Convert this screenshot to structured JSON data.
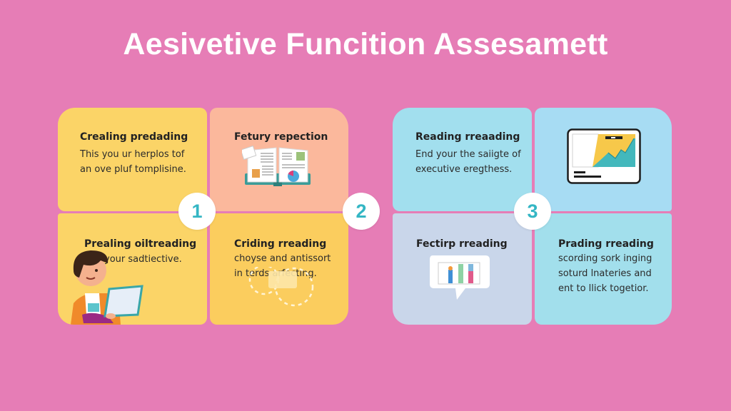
{
  "title": "Aesivetive Funcition Assesamett",
  "colors": {
    "background": "#e67db6",
    "yellow": "#fbd467",
    "peach": "#fbb89c",
    "orange_yellow": "#fbcd5e",
    "aqua": "#a2dfee",
    "sky": "#a7dcf3",
    "lavender": "#c9d6ea",
    "accent_teal": "#34b6c4"
  },
  "steps": [
    {
      "number": "1"
    },
    {
      "number": "2"
    },
    {
      "number": "3"
    }
  ],
  "cards": [
    {
      "heading": "Crealing predading",
      "body": "This you ur herplos tof\nan ove pluf tomplisine.",
      "icon": "none"
    },
    {
      "heading": "Fetury repection",
      "body": "",
      "icon": "open-book-icon"
    },
    {
      "heading": "Prealing oiltreading",
      "body": "your sadtiective.",
      "icon": "student-laptop-icon"
    },
    {
      "heading": "Criding rreading",
      "body": "choyse and antissort\nin terds arfecting.",
      "icon": "dashed-circles-icon"
    },
    {
      "heading": "Reading rreaading",
      "body": "End your the saiigte of\nexecutive eregthess.",
      "icon": "none"
    },
    {
      "heading": "",
      "body": "",
      "icon": "chart-screen-icon"
    },
    {
      "heading": "Fectirp rreading",
      "body": "",
      "icon": "chat-bar-chart-icon"
    },
    {
      "heading": "Prading rreading",
      "body": "scording sork inging\nsoturd lnateries and\nent to llick togetior.",
      "icon": "none"
    }
  ]
}
